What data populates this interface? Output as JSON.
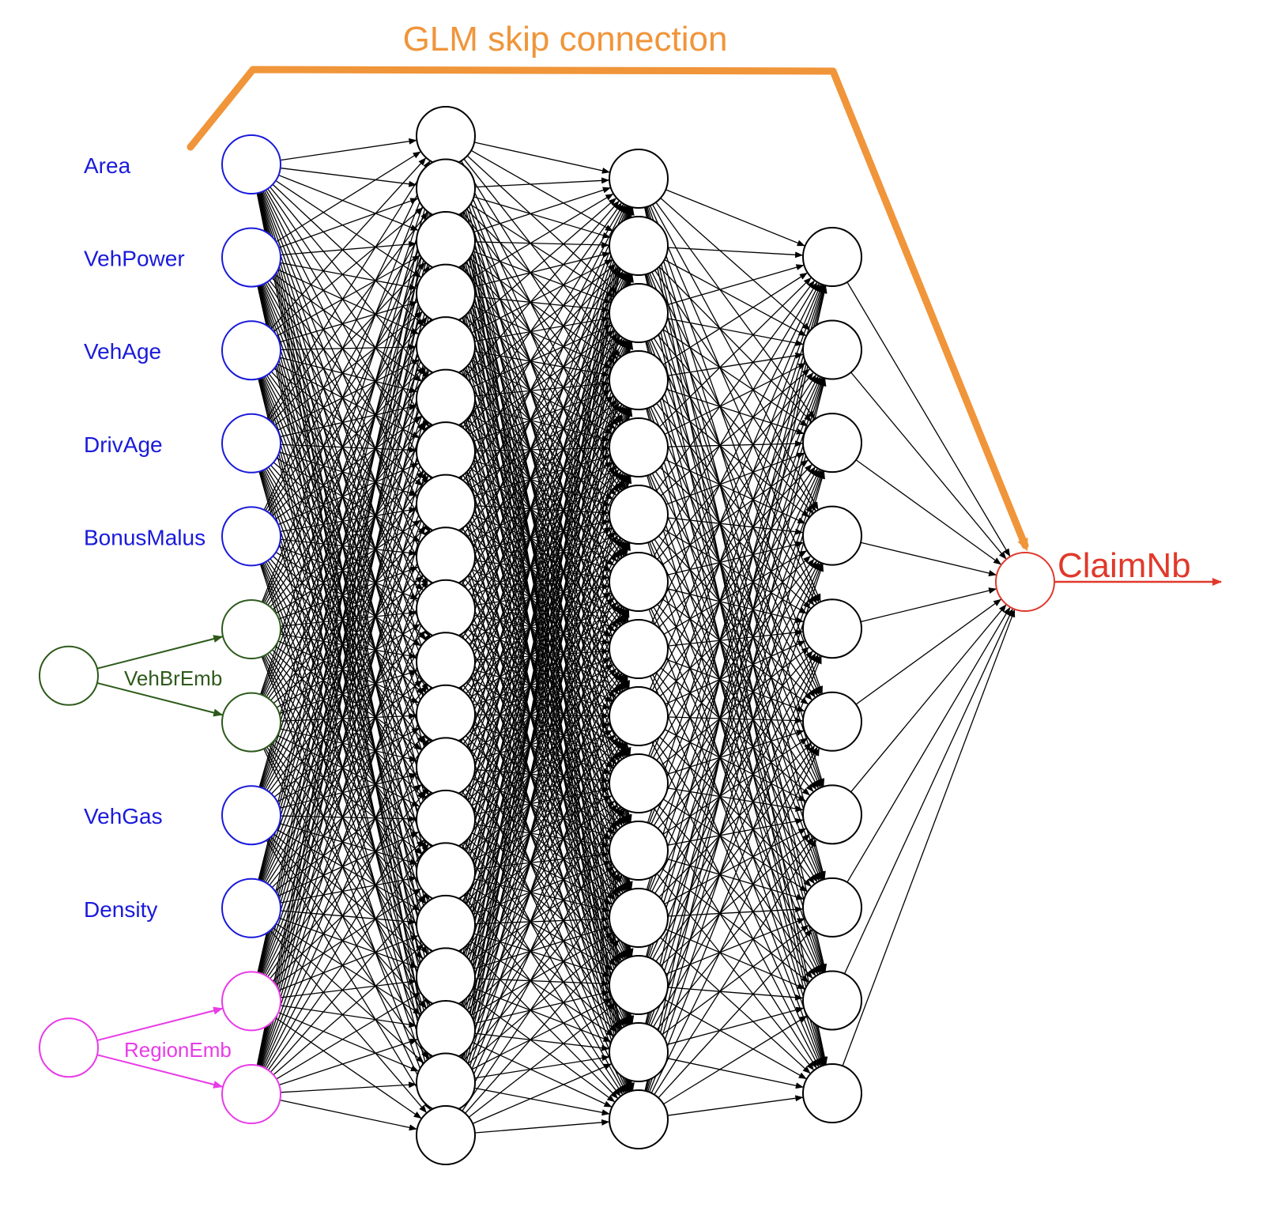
{
  "title": "GLM skip connection",
  "output_label": "ClaimNb",
  "inputs": [
    {
      "label": "Area",
      "type": "numeric"
    },
    {
      "label": "VehPower",
      "type": "numeric"
    },
    {
      "label": "VehAge",
      "type": "numeric"
    },
    {
      "label": "DrivAge",
      "type": "numeric"
    },
    {
      "label": "BonusMalus",
      "type": "numeric"
    },
    {
      "label": "VehBrEmb",
      "type": "embedding",
      "dims": 2
    },
    {
      "label": "VehGas",
      "type": "numeric"
    },
    {
      "label": "Density",
      "type": "numeric"
    },
    {
      "label": "RegionEmb",
      "type": "embedding",
      "dims": 2
    }
  ],
  "hidden_layers": [
    20,
    15,
    10
  ],
  "output_units": 1,
  "colors": {
    "numeric": "#1a1adb",
    "vehbr": "#2d5a1b",
    "region": "#e83be8",
    "skip": "#f0953a",
    "output": "#e0392b",
    "edge": "#000000"
  }
}
